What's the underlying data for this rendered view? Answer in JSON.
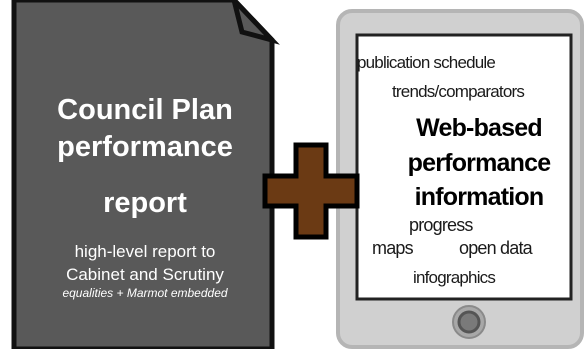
{
  "colors": {
    "document_fill": "#595959",
    "document_outline": "#111111",
    "plus_fill": "#6b3a14",
    "tablet_body": "#d0d0d0",
    "tablet_screen": "#ffffff"
  },
  "document": {
    "title_lines": [
      "Council Plan",
      "performance",
      "report"
    ],
    "subtitle_lines": [
      "high-level report to",
      "Cabinet and Scrutiny"
    ],
    "note": "equalities + Marmot embedded"
  },
  "tablet": {
    "items": [
      "publication schedule",
      "trends/comparators",
      "progress",
      "maps",
      "open data",
      "infographics"
    ],
    "headline_lines": [
      "Web-based",
      "performance",
      "information"
    ]
  },
  "icons": {
    "plus": "plus-icon",
    "home_button": "home-button-icon"
  }
}
